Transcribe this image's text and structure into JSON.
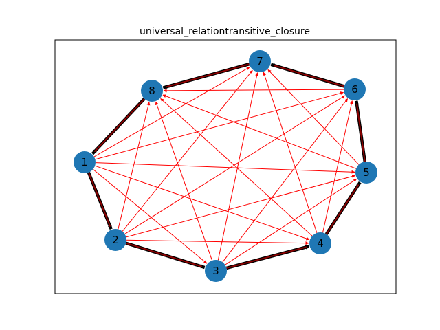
{
  "title": "universal_relationtransitive_closure",
  "colors": {
    "node": "#1f77b4",
    "closure_edge": "#ff0000",
    "base_edge_outline": "#000000",
    "base_edge_core": "#8b0000",
    "frame": "#000000"
  },
  "nodes": [
    {
      "id": "1",
      "label": "1"
    },
    {
      "id": "2",
      "label": "2"
    },
    {
      "id": "3",
      "label": "3"
    },
    {
      "id": "4",
      "label": "4"
    },
    {
      "id": "5",
      "label": "5"
    },
    {
      "id": "6",
      "label": "6"
    },
    {
      "id": "7",
      "label": "7"
    },
    {
      "id": "8",
      "label": "8"
    }
  ],
  "base_edges": [
    [
      "1",
      "2"
    ],
    [
      "2",
      "3"
    ],
    [
      "3",
      "4"
    ],
    [
      "4",
      "5"
    ],
    [
      "5",
      "6"
    ],
    [
      "6",
      "7"
    ],
    [
      "7",
      "8"
    ],
    [
      "8",
      "1"
    ]
  ],
  "closure_edges": [
    [
      "1",
      "3"
    ],
    [
      "1",
      "4"
    ],
    [
      "1",
      "5"
    ],
    [
      "1",
      "6"
    ],
    [
      "1",
      "7"
    ],
    [
      "2",
      "4"
    ],
    [
      "2",
      "5"
    ],
    [
      "2",
      "6"
    ],
    [
      "2",
      "7"
    ],
    [
      "2",
      "8"
    ],
    [
      "3",
      "5"
    ],
    [
      "3",
      "6"
    ],
    [
      "3",
      "7"
    ],
    [
      "3",
      "8"
    ],
    [
      "4",
      "6"
    ],
    [
      "4",
      "7"
    ],
    [
      "4",
      "8"
    ],
    [
      "5",
      "7"
    ],
    [
      "5",
      "8"
    ],
    [
      "6",
      "8"
    ]
  ]
}
